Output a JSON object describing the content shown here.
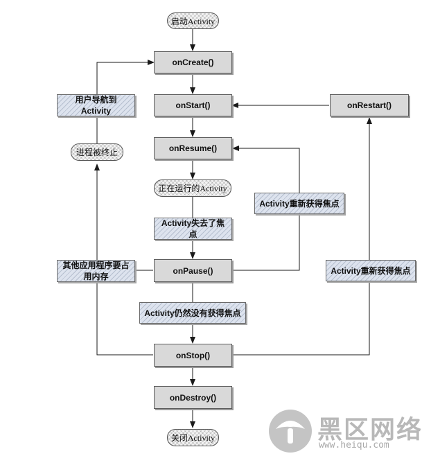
{
  "diagram": {
    "terminals": {
      "launch": "启动Activity",
      "running": "正在运行的Activity",
      "process_killed": "进程被终止",
      "shutdown": "关闭Activity"
    },
    "methods": {
      "on_create": "onCreate()",
      "on_start": "onStart()",
      "on_resume": "onResume()",
      "on_pause": "onPause()",
      "on_stop": "onStop()",
      "on_destroy": "onDestroy()",
      "on_restart": "onRestart()"
    },
    "conditions": {
      "user_navigates": "用户导航到Activity",
      "lost_focus": "Activity失去了焦点",
      "regain_focus_resume": "Activity重新获得焦点",
      "other_app_memory": "其他应用程序要占用内存",
      "still_no_focus": "Activity仍然没有获得焦点",
      "regain_focus_restart": "Activity重新获得焦点"
    }
  },
  "watermark": {
    "brand": "黑区网络",
    "site": "www.heiqu.com"
  },
  "colors": {
    "method_fill": "#d9d9d9",
    "condition_fill": "#dde3ee",
    "line": "#1a1a1a"
  }
}
